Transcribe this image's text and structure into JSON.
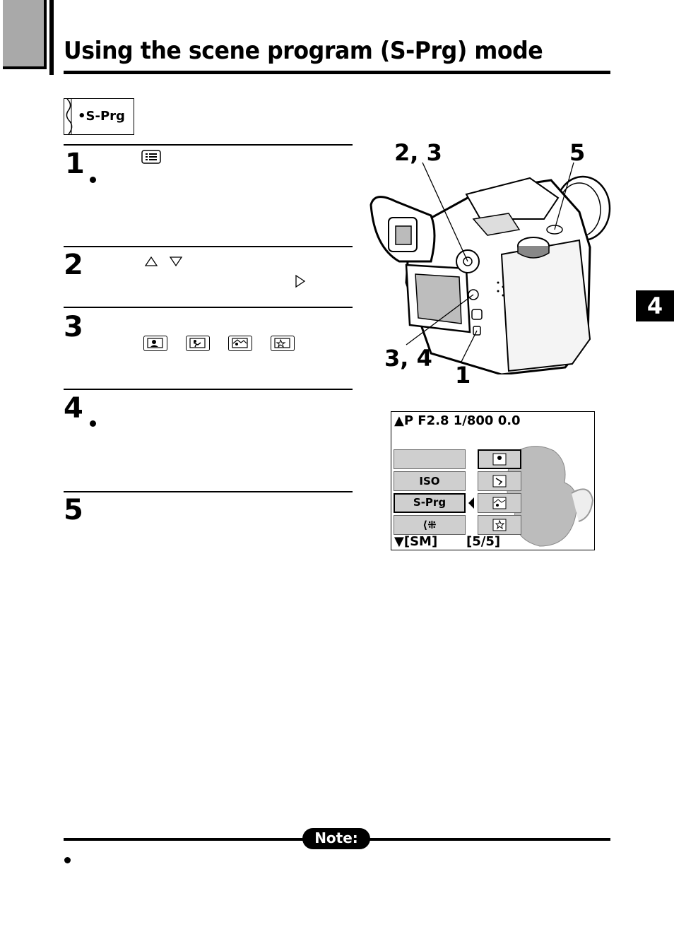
{
  "header": {
    "title": "Using the scene program (S-Prg) mode"
  },
  "mode_dial": {
    "label": "•S-Prg"
  },
  "chapter": {
    "number": "4"
  },
  "steps": [
    {
      "number": "1"
    },
    {
      "number": "2"
    },
    {
      "number": "3"
    },
    {
      "number": "4"
    },
    {
      "number": "5"
    }
  ],
  "camera_callouts": {
    "c23": "2, 3",
    "c5": "5",
    "c34": "3, 4",
    "c1": "1"
  },
  "lcd": {
    "top_row": "▲P  F2.8  1/800   0.0",
    "menu_items": [
      "",
      "ISO",
      "S-Prg",
      "⟨⁜"
    ],
    "bottom_left": "▼[SM]",
    "bottom_right": "[5/5]"
  },
  "note": {
    "label": "Note:"
  },
  "icons": [
    "menu-icon",
    "up-arrow-icon",
    "down-arrow-icon",
    "right-arrow-icon",
    "portrait-scene-icon",
    "sports-scene-icon",
    "landscape-portrait-scene-icon",
    "night-scene-icon"
  ]
}
